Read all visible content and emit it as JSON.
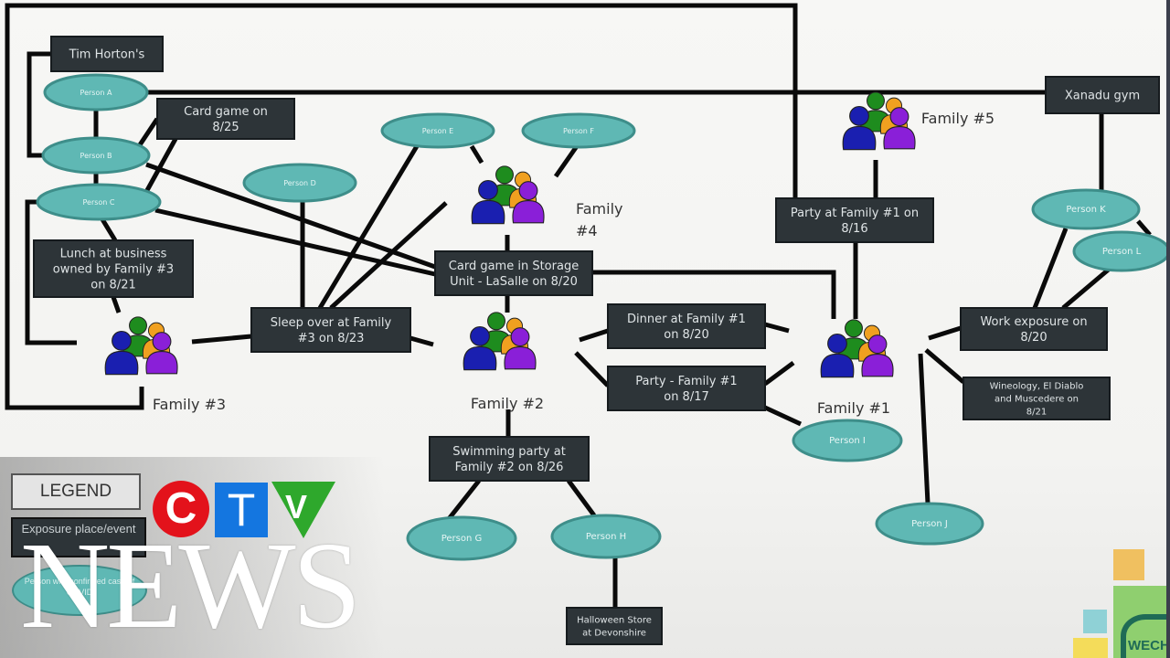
{
  "diagram": {
    "type": "contact-tracing-network",
    "places": [
      {
        "id": "tim-hortons",
        "label": "Tim Horton's"
      },
      {
        "id": "card-game-825",
        "label": "Card game on 8/25"
      },
      {
        "id": "lunch-business",
        "label": "Lunch at business owned by Family #3 on 8/21"
      },
      {
        "id": "sleep-over",
        "label": "Sleep over at Family #3 on 8/23"
      },
      {
        "id": "card-game-storage",
        "label": "Card game in Storage Unit - LaSalle on 8/20"
      },
      {
        "id": "dinner-family1",
        "label": "Dinner at Family #1 on 8/20"
      },
      {
        "id": "party-family1-817",
        "label": "Party -  Family #1 on 8/17"
      },
      {
        "id": "swimming-party",
        "label": "Swimming party at Family #2 on 8/26"
      },
      {
        "id": "halloween-store",
        "label": "Halloween Store at Devonshire"
      },
      {
        "id": "party-family1-816",
        "label": "Party at Family #1 on 8/16"
      },
      {
        "id": "xanadu-gym",
        "label": "Xanadu gym"
      },
      {
        "id": "work-exposure",
        "label": "Work exposure on 8/20"
      },
      {
        "id": "wineology",
        "label": "Wineology, El Diablo and Muscedere on 8/21"
      }
    ],
    "persons": [
      {
        "id": "person-a",
        "label": "Person A"
      },
      {
        "id": "person-b",
        "label": "Person B"
      },
      {
        "id": "person-c",
        "label": "Person C"
      },
      {
        "id": "person-d",
        "label": "Person D"
      },
      {
        "id": "person-e",
        "label": "Person E"
      },
      {
        "id": "person-f",
        "label": "Person F"
      },
      {
        "id": "person-g",
        "label": "Person G"
      },
      {
        "id": "person-h",
        "label": "Person H"
      },
      {
        "id": "person-i",
        "label": "Person I"
      },
      {
        "id": "person-j",
        "label": "Person J"
      },
      {
        "id": "person-k",
        "label": "Person K"
      },
      {
        "id": "person-l",
        "label": "Person L"
      }
    ],
    "families": [
      {
        "id": "family-1",
        "label": "Family #1"
      },
      {
        "id": "family-2",
        "label": "Family #2"
      },
      {
        "id": "family-3",
        "label": "Family #3"
      },
      {
        "id": "family-4",
        "label": "Family #4"
      },
      {
        "id": "family-5",
        "label": "Family #5"
      }
    ],
    "edges": [
      [
        "tim-hortons",
        "person-b"
      ],
      [
        "person-a",
        "person-b"
      ],
      [
        "person-b",
        "person-c"
      ],
      [
        "person-a",
        "xanadu-gym"
      ],
      [
        "person-b",
        "card-game-825"
      ],
      [
        "person-c",
        "card-game-825"
      ],
      [
        "person-b",
        "card-game-storage"
      ],
      [
        "person-c",
        "card-game-storage"
      ],
      [
        "person-c",
        "lunch-business"
      ],
      [
        "person-c",
        "family-3"
      ],
      [
        "lunch-business",
        "family-3"
      ],
      [
        "family-3",
        "sleep-over"
      ],
      [
        "family-3",
        "party-family1-816"
      ],
      [
        "person-d",
        "sleep-over"
      ],
      [
        "person-e",
        "sleep-over"
      ],
      [
        "family-4",
        "sleep-over"
      ],
      [
        "sleep-over",
        "family-2"
      ],
      [
        "person-e",
        "family-4"
      ],
      [
        "person-f",
        "family-4"
      ],
      [
        "family-4",
        "card-game-storage"
      ],
      [
        "card-game-storage",
        "family-2"
      ],
      [
        "card-game-storage",
        "family-1"
      ],
      [
        "family-2",
        "dinner-family1"
      ],
      [
        "family-2",
        "party-family1-817"
      ],
      [
        "dinner-family1",
        "family-1"
      ],
      [
        "party-family1-817",
        "family-1"
      ],
      [
        "party-family1-817",
        "person-i"
      ],
      [
        "family-2",
        "swimming-party"
      ],
      [
        "swimming-party",
        "person-g"
      ],
      [
        "swimming-party",
        "person-h"
      ],
      [
        "person-h",
        "halloween-store"
      ],
      [
        "family-5",
        "party-family1-816"
      ],
      [
        "party-family1-816",
        "family-1"
      ],
      [
        "xanadu-gym",
        "person-k"
      ],
      [
        "person-k",
        "person-l"
      ],
      [
        "person-k",
        "work-exposure"
      ],
      [
        "person-l",
        "work-exposure"
      ],
      [
        "family-1",
        "work-exposure"
      ],
      [
        "family-1",
        "wineology"
      ],
      [
        "family-1",
        "person-j"
      ]
    ]
  },
  "legend": {
    "title": "LEGEND",
    "exposure_label": "Exposure place/event",
    "person_label": "Person with confirmed case of COVID"
  },
  "logos": {
    "ctv_c": "C",
    "ctv_t": "T",
    "ctv_v": "V",
    "news": "NEWS",
    "wechu": "WECHU"
  },
  "colors": {
    "place_box": "#2d3438",
    "place_text": "#dfe4e6",
    "person_oval": "#5fb8b4",
    "person_stroke": "#3e8e8a",
    "line": "#0a0a0a",
    "family_blue": "#1a1fb0",
    "family_green": "#1e8c1e",
    "family_orange": "#f0a020",
    "family_purple": "#8a1fd8",
    "ctv_red": "#e3121b",
    "ctv_blue": "#1476e0",
    "ctv_green": "#2ea82c"
  }
}
